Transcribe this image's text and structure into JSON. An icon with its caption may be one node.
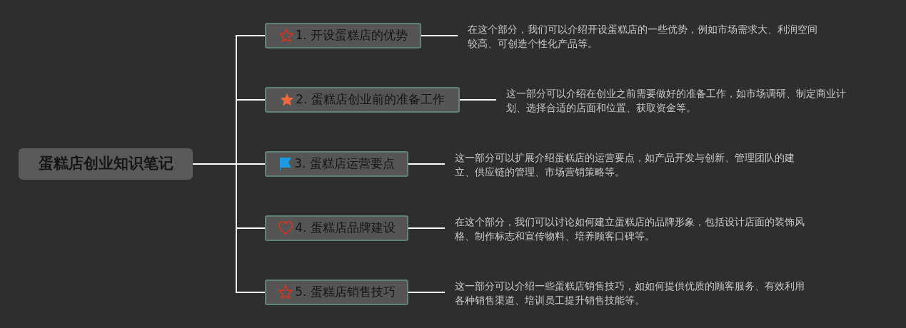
{
  "diagram": {
    "nodes": [
      {
        "text": [
          "蛋糕店创业知识笔记"
        ]
      },
      {
        "text": [
          "1. 开设蛋糕店的优势"
        ]
      },
      {
        "text": [
          "2. 蛋糕店创业前的准备工作"
        ]
      },
      {
        "text": [
          "3. 蛋糕店运营要点"
        ]
      },
      {
        "text": [
          "4. 蛋糕店品牌建设"
        ]
      },
      {
        "text": [
          "5. 蛋糕店销售技巧"
        ]
      },
      {
        "text": [
          "在这个部分，我们可以介绍开设蛋糕店的一些优势，例如市场需求大、利润空间较高、可创造个性化产品等。"
        ]
      },
      {
        "text": [
          "这一部分可以介绍在创业之前需要做好的准备工作，如市场调研、制定商业计划、选择合适的店面和位置、获取资金等。"
        ]
      },
      {
        "text": [
          "这一部分可以扩展介绍蛋糕店的运营要点，如产品开发与创新、管理团队的建立、供应链的管理、市场营销策略等。"
        ]
      },
      {
        "text": [
          "在这个部分，我们可以讨论如何建立蛋糕店的品牌形象，包括设计店面的装饰风格、制作标志和宣传物料、培养顾客口碑等。"
        ]
      },
      {
        "text": [
          "这一部分可以介绍一些蛋糕店销售技巧，如如何提供优质的顾客服务、有效利用各种销售渠道、培训员工提升销售技能等。"
        ]
      }
    ],
    "edges": [
      {
        "from": 0,
        "to": 1,
        "arrow": "none"
      },
      {
        "from": 0,
        "to": 2,
        "arrow": "none"
      },
      {
        "from": 0,
        "to": 3,
        "arrow": "none"
      },
      {
        "from": 0,
        "to": 4,
        "arrow": "none"
      },
      {
        "from": 0,
        "to": 5,
        "arrow": "none"
      },
      {
        "from": 1,
        "to": 6,
        "arrow": "none"
      },
      {
        "from": 2,
        "to": 7,
        "arrow": "none"
      },
      {
        "from": 3,
        "to": 8,
        "arrow": "none"
      },
      {
        "from": 4,
        "to": 9,
        "arrow": "none"
      },
      {
        "from": 5,
        "to": 10,
        "arrow": "none"
      }
    ]
  }
}
